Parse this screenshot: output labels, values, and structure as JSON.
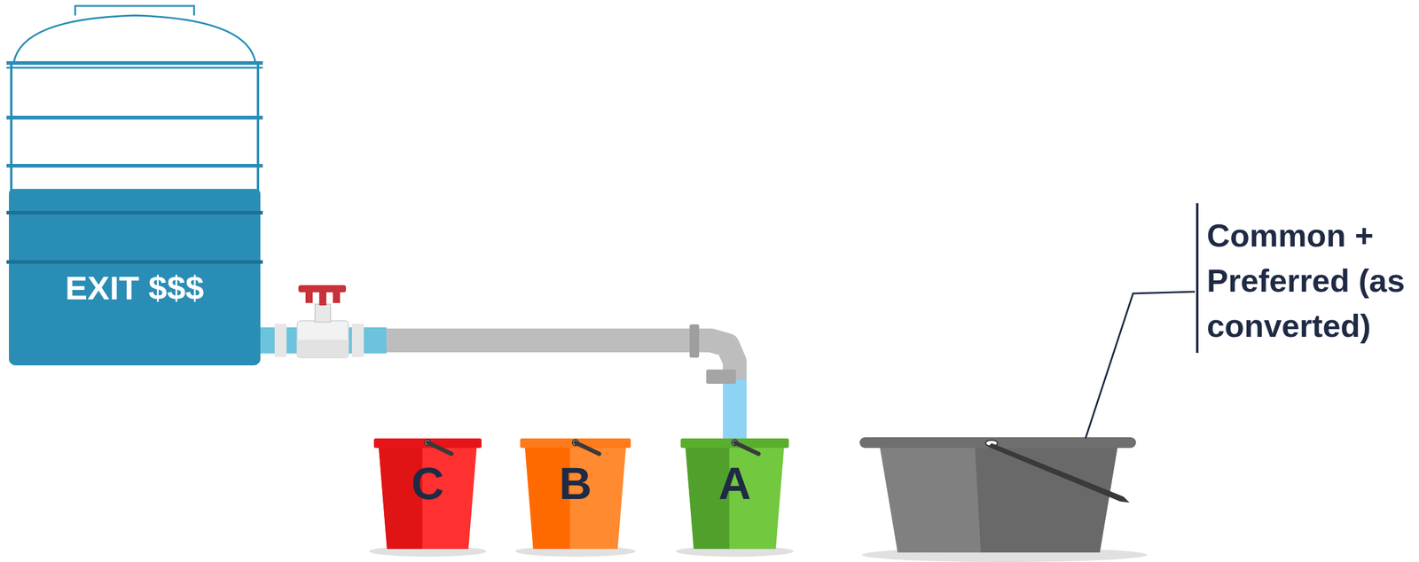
{
  "diagram": {
    "nodes": [
      {
        "text": [
          "EXIT $$$"
        ]
      },
      {
        "text": [
          "C"
        ]
      },
      {
        "text": [
          "B"
        ]
      },
      {
        "text": [
          "A"
        ]
      }
    ],
    "edges": [
      {
        "from": 0,
        "to": 3,
        "arrow": "none"
      }
    ],
    "labels": [
      "Common + Preferred (as converted)"
    ]
  }
}
